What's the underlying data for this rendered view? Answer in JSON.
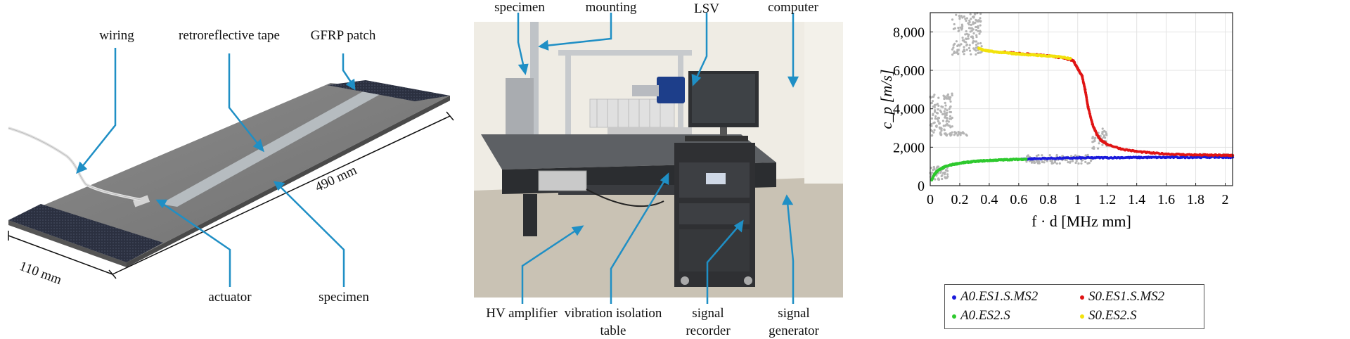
{
  "panel_a": {
    "labels": {
      "wiring": "wiring",
      "tape": "retroreflective tape",
      "patch": "GFRP patch",
      "length": "490 mm",
      "width": "110 mm",
      "actuator": "actuator",
      "specimen": "specimen"
    }
  },
  "panel_b": {
    "labels": {
      "specimen": "specimen",
      "mounting": "mounting",
      "lsv": "LSV",
      "computer": "computer",
      "hv_amplifier": "HV amplifier",
      "vibration_table_1": "vibration isolation",
      "vibration_table_2": "table",
      "signal_recorder_1": "signal",
      "signal_recorder_2": "recorder",
      "signal_generator_1": "signal",
      "signal_generator_2": "generator"
    }
  },
  "chart_data": {
    "type": "scatter",
    "ylabel": "c_p [m/s]",
    "xlabel": "f · d [MHz mm]",
    "xlim": [
      0,
      2.05
    ],
    "ylim": [
      0,
      9000
    ],
    "xticks": [
      "0",
      "0.2",
      "0.4",
      "0.6",
      "0.8",
      "1",
      "1.2",
      "1.4",
      "1.6",
      "1.8",
      "2"
    ],
    "yticks": [
      "0",
      "2,000",
      "4,000",
      "6,000",
      "8,000"
    ],
    "grid": true,
    "legend_position": "below",
    "colors": {
      "A0_ES1": "#1a1adb",
      "S0_ES1": "#e01414",
      "A0_ES2": "#2ec92e",
      "S0_ES2": "#f2e20c",
      "background_points": "#b4b4b4"
    },
    "series": [
      {
        "name": "A0.ES1.S.MS2",
        "x": [
          0.62,
          0.7,
          0.8,
          0.9,
          1.0,
          1.1,
          1.2,
          1.3,
          1.4,
          1.5,
          1.6,
          1.7,
          1.8,
          1.9,
          2.0,
          2.05
        ],
        "y": [
          1380,
          1400,
          1420,
          1430,
          1440,
          1450,
          1455,
          1460,
          1465,
          1470,
          1470,
          1475,
          1478,
          1480,
          1480,
          1482
        ]
      },
      {
        "name": "S0.ES1.S.MS2",
        "x": [
          0.5,
          0.6,
          0.7,
          0.8,
          0.9,
          0.97,
          1.0,
          1.03,
          1.05,
          1.07,
          1.1,
          1.13,
          1.16,
          1.2,
          1.3,
          1.4,
          1.5,
          1.6,
          1.7,
          1.8,
          1.9,
          2.0,
          2.05
        ],
        "y": [
          6950,
          6880,
          6820,
          6750,
          6650,
          6500,
          6100,
          5700,
          5000,
          4100,
          3200,
          2650,
          2350,
          2150,
          1900,
          1780,
          1700,
          1650,
          1620,
          1600,
          1590,
          1580,
          1575
        ]
      },
      {
        "name": "A0.ES2.S",
        "x": [
          0.01,
          0.03,
          0.05,
          0.08,
          0.1,
          0.15,
          0.2,
          0.25,
          0.3,
          0.35,
          0.4,
          0.45,
          0.5,
          0.55,
          0.6,
          0.65
        ],
        "y": [
          300,
          600,
          780,
          900,
          990,
          1100,
          1170,
          1220,
          1260,
          1290,
          1310,
          1330,
          1345,
          1360,
          1370,
          1380
        ]
      },
      {
        "name": "S0.ES2.S",
        "x": [
          0.33,
          0.36,
          0.4,
          0.45,
          0.5,
          0.55,
          0.6,
          0.65,
          0.7,
          0.75,
          0.8,
          0.85,
          0.9,
          0.95
        ],
        "y": [
          7150,
          7050,
          7000,
          6950,
          6920,
          6880,
          6850,
          6820,
          6800,
          6770,
          6740,
          6720,
          6680,
          6620
        ]
      }
    ]
  }
}
